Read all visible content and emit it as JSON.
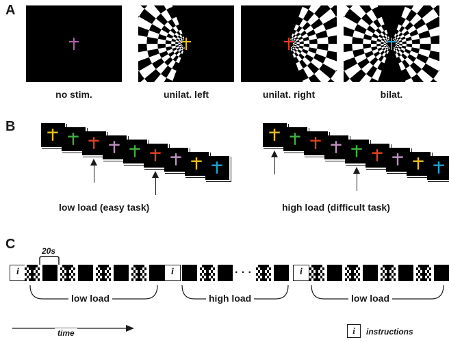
{
  "panels": {
    "a": {
      "letter": "A",
      "stimuli": [
        {
          "label": "no stim.",
          "checker": "none",
          "cross_color": "#b060b0"
        },
        {
          "label": "unilat. left",
          "checker": "left",
          "cross_color": "#e8c020"
        },
        {
          "label": "unilat. right",
          "checker": "right",
          "cross_color": "#e04020"
        },
        {
          "label": "bilat.",
          "checker": "both",
          "cross_color": "#20a0d0"
        }
      ]
    },
    "b": {
      "letter": "B",
      "low": {
        "label": "low load (easy task)",
        "cross_colors": [
          "#e8c020",
          "#40b040",
          "#e04020",
          "#c090c0",
          "#40b040",
          "#e04020",
          "#c090c0",
          "#e8c020",
          "#20a0d0"
        ],
        "target_indices": [
          2,
          5
        ]
      },
      "high": {
        "label": "high load (difficult task)",
        "cross_colors": [
          "#e8c020",
          "#40b040",
          "#e04020",
          "#c090c0",
          "#40b040",
          "#e04020",
          "#c090c0",
          "#e8c020",
          "#20a0d0"
        ],
        "target_indices": [
          0,
          4
        ]
      }
    },
    "c": {
      "letter": "C",
      "duration_label": "20s",
      "instruction_glyph": "i",
      "ellipsis": "· · ·",
      "segments": [
        {
          "label": "low load"
        },
        {
          "label": "high load"
        },
        {
          "label": "low load"
        }
      ],
      "time_label": "time",
      "legend_label": "instructions"
    }
  },
  "colors": {
    "background": "#ffffff",
    "ink": "#1a1a1a",
    "stimulus_background": "#000000",
    "checker_light": "#ffffff"
  }
}
